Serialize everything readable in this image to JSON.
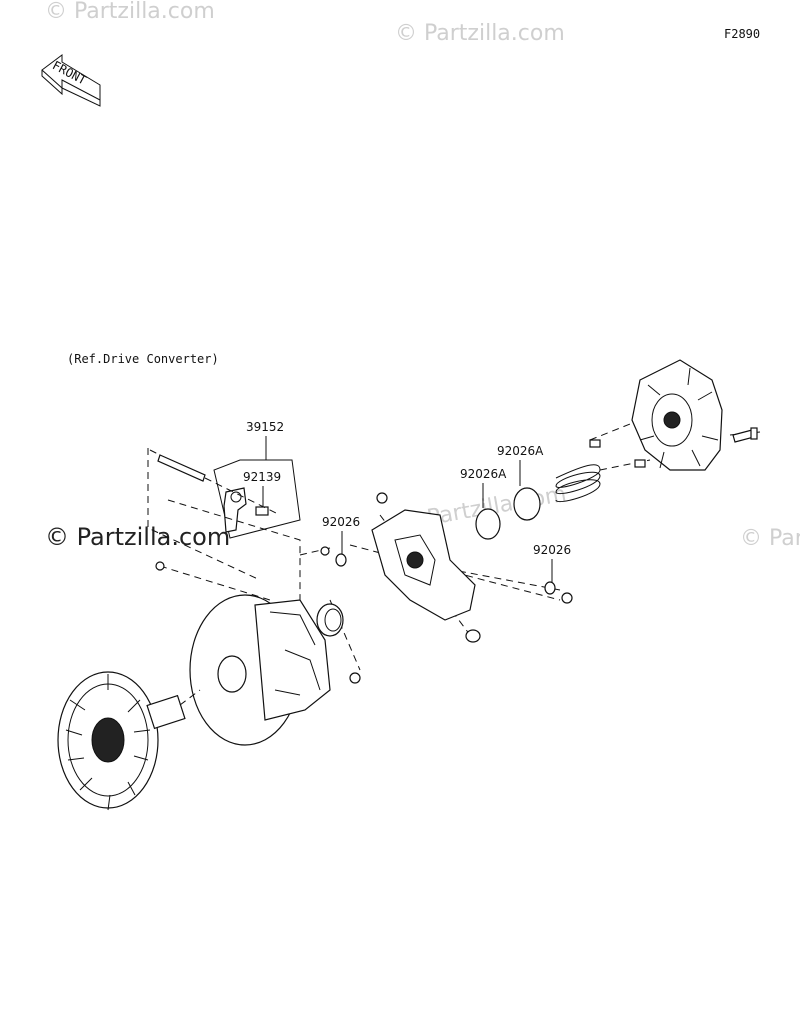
{
  "figure_code": "F2890",
  "front_arrow_label": "FRONT",
  "reference_note": "(Ref.Drive Converter)",
  "watermark": "© Partzilla.com",
  "callouts": [
    {
      "id": "c39152",
      "label": "39152"
    },
    {
      "id": "c92139",
      "label": "92139"
    },
    {
      "id": "c92026-left",
      "label": "92026"
    },
    {
      "id": "c92026A-1",
      "label": "92026A"
    },
    {
      "id": "c92026A-2",
      "label": "92026A"
    },
    {
      "id": "c92026-right",
      "label": "92026"
    }
  ]
}
